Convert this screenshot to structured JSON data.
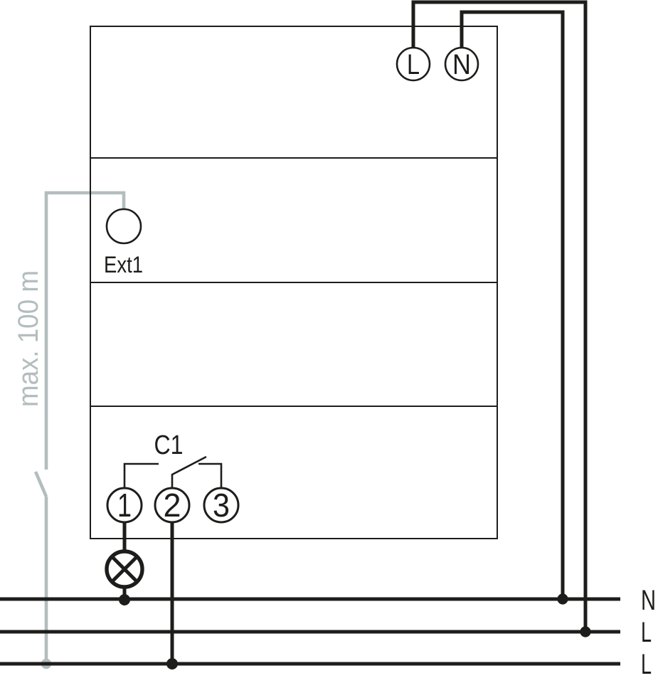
{
  "colors": {
    "line": "#1d1d1b",
    "signal_wire": "#b3bdbd",
    "background": "#ffffff"
  },
  "device": {
    "power_terminals": [
      {
        "label": "L"
      },
      {
        "label": "N"
      }
    ],
    "ext_input": {
      "label": "Ext1"
    },
    "channel": {
      "label": "C1",
      "terminals": [
        {
          "label": "1"
        },
        {
          "label": "2"
        },
        {
          "label": "3"
        }
      ]
    }
  },
  "annotations": {
    "wire_length": "max. 100 m"
  },
  "mains": {
    "lines": [
      {
        "label": "N"
      },
      {
        "label": "L"
      },
      {
        "label": "L"
      }
    ]
  }
}
